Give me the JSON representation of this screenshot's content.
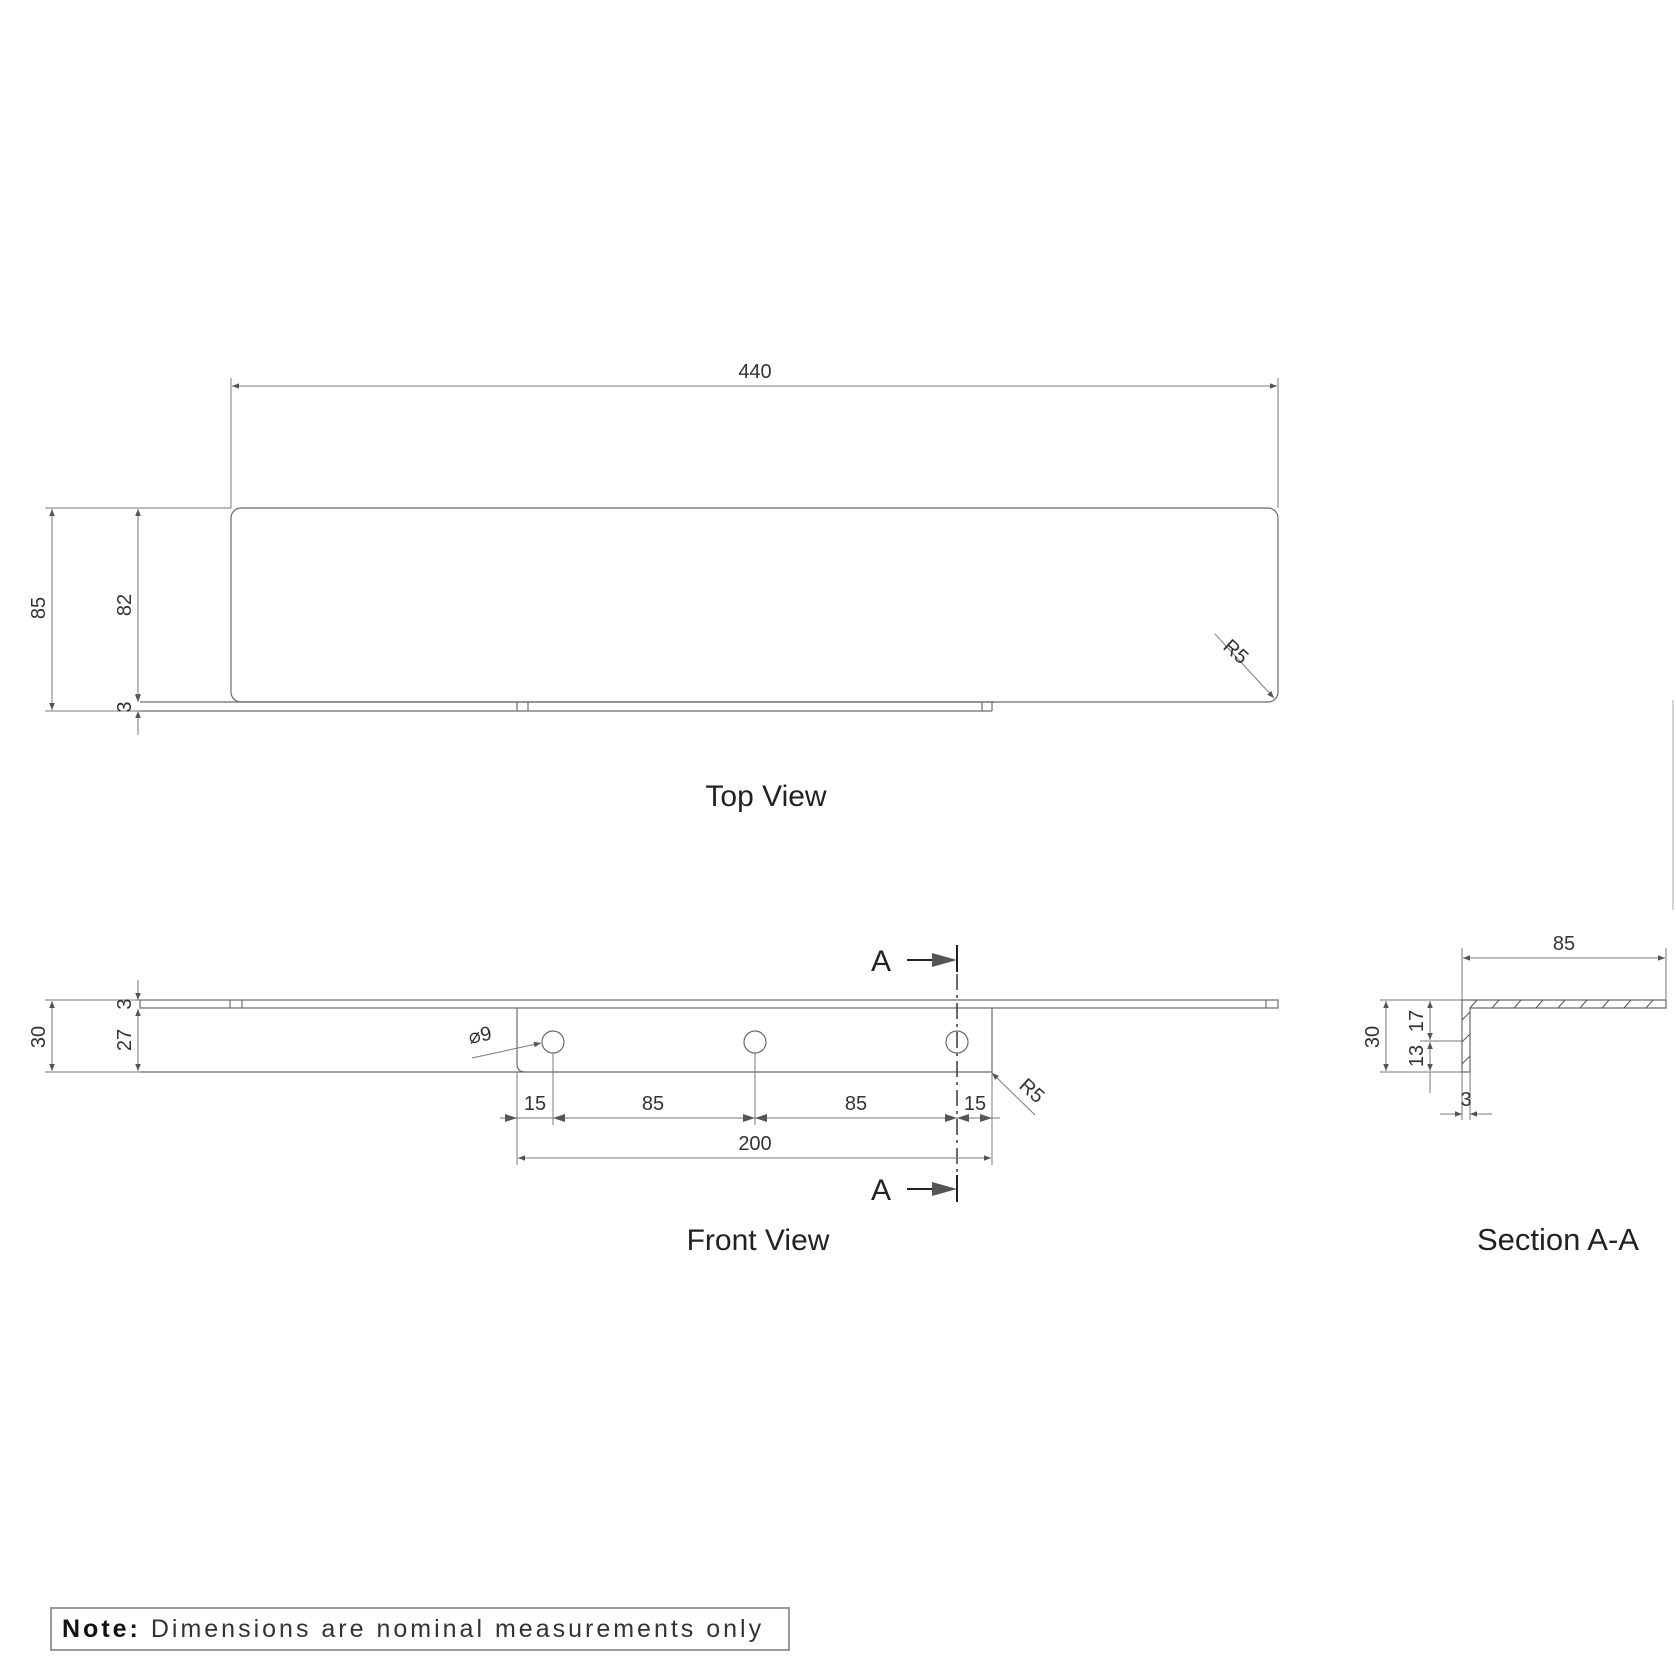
{
  "views": {
    "top": "Top View",
    "front": "Front View",
    "section": "Section A-A"
  },
  "section_marker": "A",
  "dimensions": {
    "top_overall_length": "440",
    "top_overall_depth": "85",
    "top_plate_depth": "82",
    "top_lip_thickness": "3",
    "top_corner_radius": "R5",
    "front_overall_height": "30",
    "front_top_thickness": "3",
    "front_body_height": "27",
    "hole_diameter": "⌀9",
    "hole_edge_left": "15",
    "hole_pitch_1": "85",
    "hole_pitch_2": "85",
    "hole_edge_right": "15",
    "tab_length": "200",
    "front_corner_radius": "R5",
    "section_width": "85",
    "section_height": "30",
    "section_upper": "17",
    "section_lower": "13",
    "section_thickness": "3"
  },
  "note": {
    "label": "Note:",
    "text": " Dimensions are nominal measurements only"
  }
}
